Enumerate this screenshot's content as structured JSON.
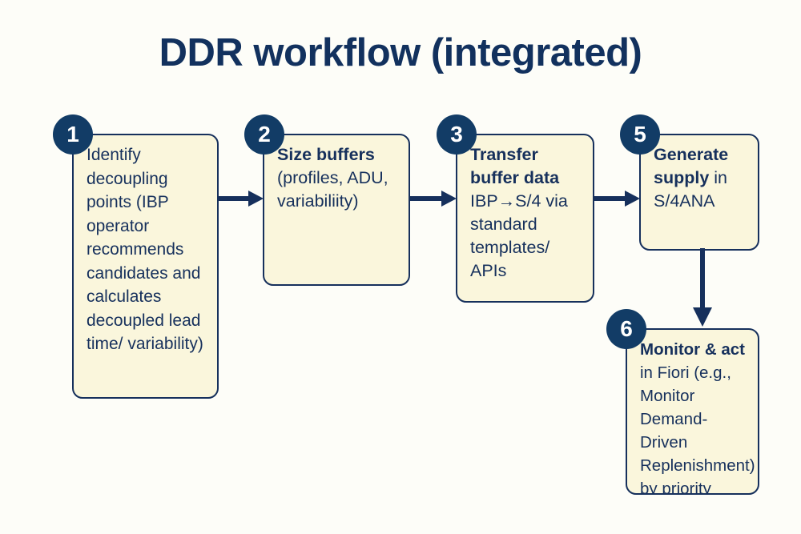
{
  "diagram": {
    "title": "DDR workflow (integrated)",
    "colors": {
      "page_background": "#FDFDF8",
      "box_fill": "#FAF6DC",
      "box_border": "#16305C",
      "badge_fill": "#123C66",
      "badge_text": "#FFFFFF",
      "text": "#16305C",
      "arrow": "#16305C",
      "title": "#12315E"
    },
    "steps": [
      {
        "number": "1",
        "lead": "",
        "body": "Identify decoupling points (IBP operator recommends candidates and calculates decoupled lead time/ variability)"
      },
      {
        "number": "2",
        "lead": "Size buffers ",
        "body": "(profiles, ADU, variabiliity)"
      },
      {
        "number": "3",
        "lead": "Transfer buffer data ",
        "body": "IBP→S/4 via standard templates/ APIs"
      },
      {
        "number": "5",
        "lead": "Generate supply ",
        "body": "in S/4ANA"
      },
      {
        "number": "6",
        "lead": "Monitor & act ",
        "body": "in Fiori (e.g., Monitor Demand-Driven Replenishment) by priority"
      }
    ],
    "connectors": [
      {
        "name": "arrow-step1-to-step2",
        "direction": "right"
      },
      {
        "name": "arrow-step2-to-step3",
        "direction": "right"
      },
      {
        "name": "arrow-step3-to-step5",
        "direction": "right"
      },
      {
        "name": "arrow-step5-to-step6",
        "direction": "down"
      }
    ]
  }
}
